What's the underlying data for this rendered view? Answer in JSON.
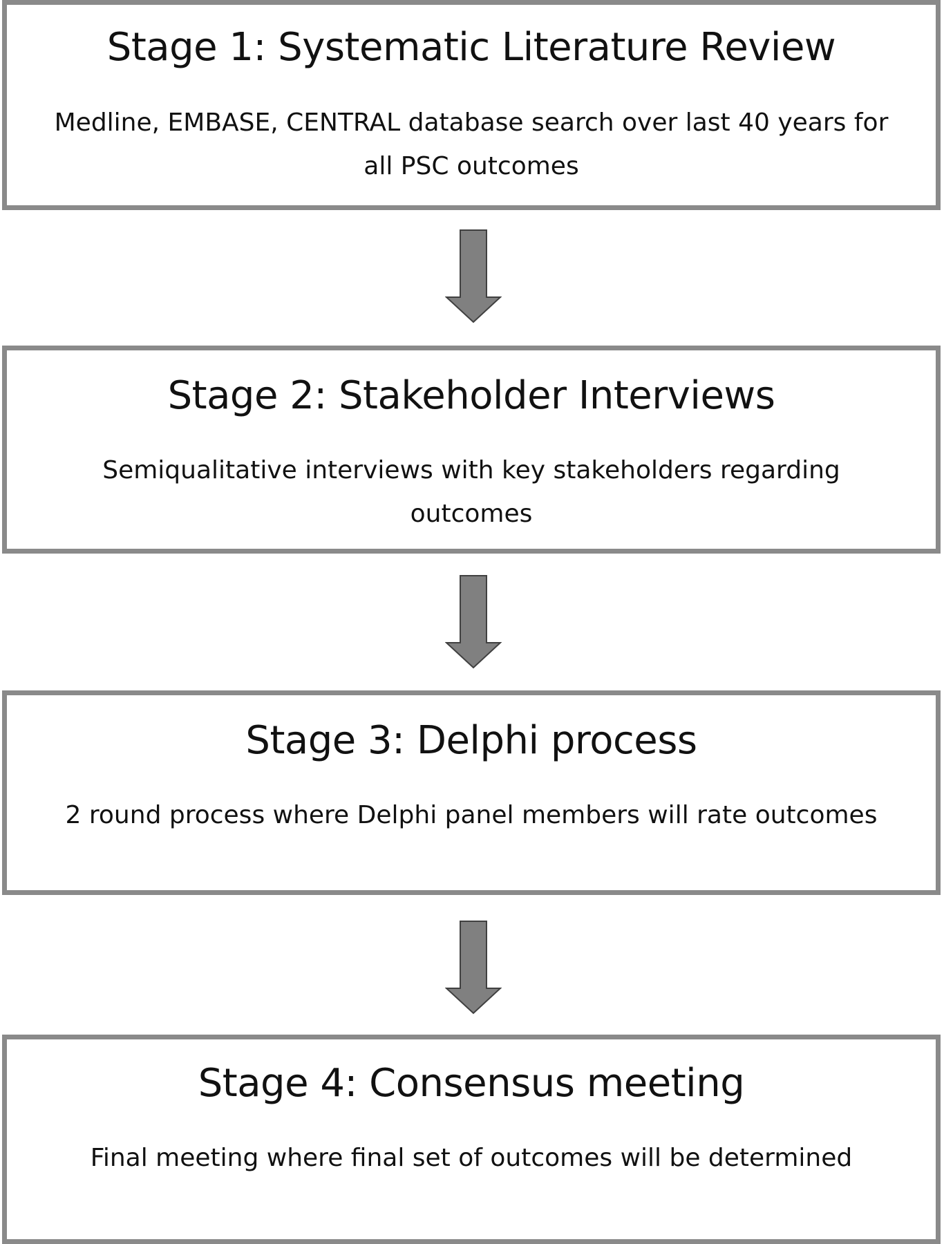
{
  "stages": [
    {
      "title": "Stage 1: Systematic Literature Review",
      "description": "Medline, EMBASE, CENTRAL database search over last 40 years for all PSC outcomes"
    },
    {
      "title": "Stage 2: Stakeholder Interviews",
      "description": "Semiqualitative interviews with key stakeholders regarding outcomes"
    },
    {
      "title": "Stage 3: Delphi process",
      "description": "2 round process where Delphi panel members will rate outcomes"
    },
    {
      "title": "Stage 4: Consensus meeting",
      "description": "Final meeting where final set of outcomes will be determined"
    }
  ],
  "arrows": [
    {
      "icon": "down-arrow-icon"
    },
    {
      "icon": "down-arrow-icon"
    },
    {
      "icon": "down-arrow-icon"
    }
  ],
  "colors": {
    "border": "#8a8a8a",
    "arrow_fill": "#808080",
    "arrow_stroke": "#404040",
    "text": "#111111"
  }
}
